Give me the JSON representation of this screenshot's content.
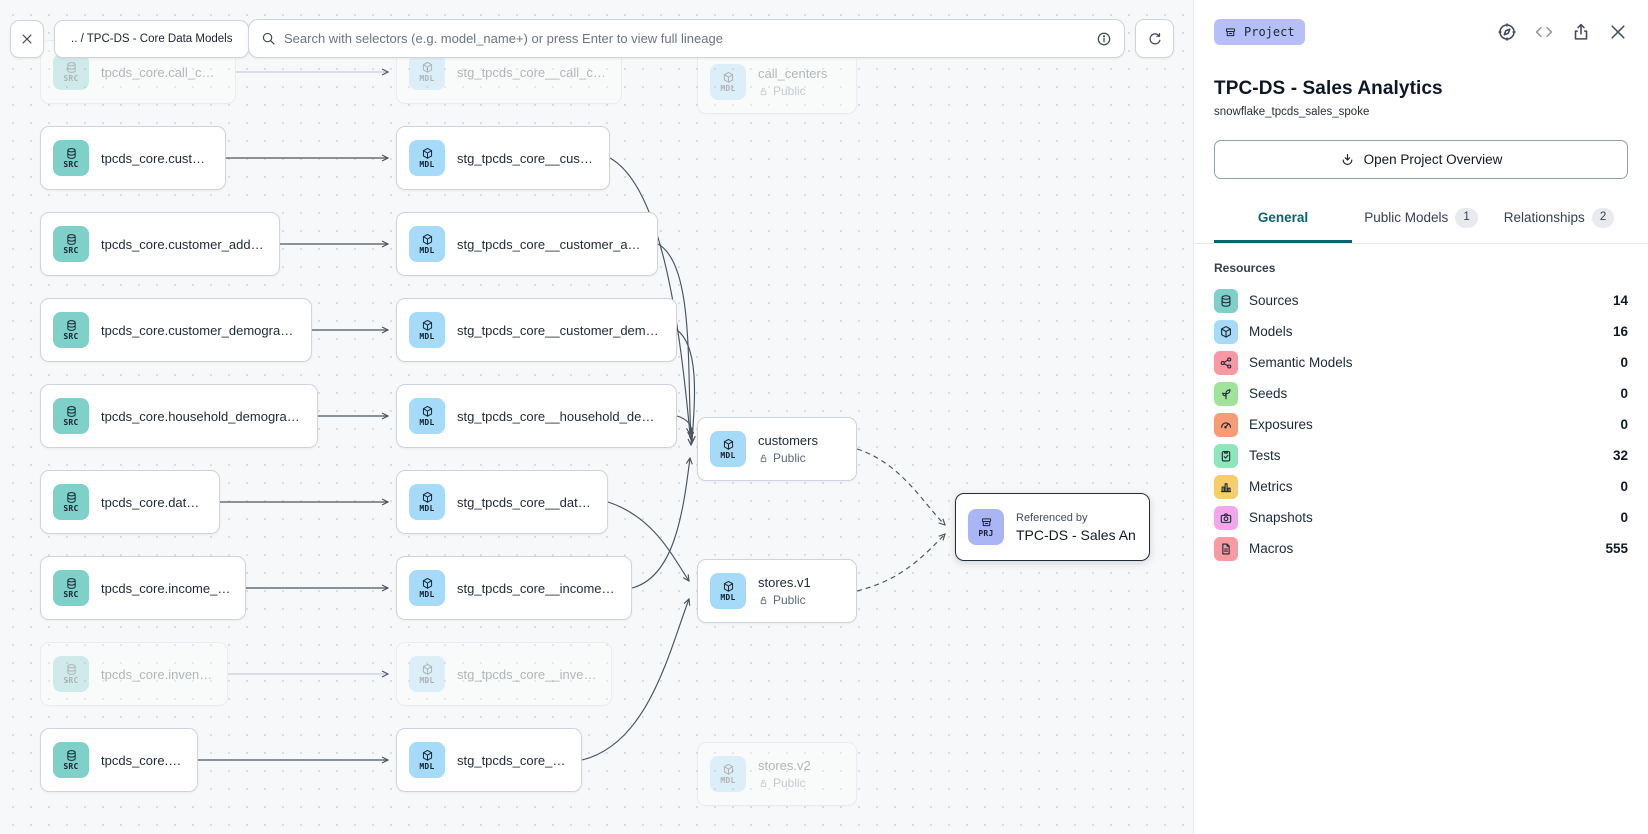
{
  "toolbar": {
    "breadcrumb": ".. / TPC-DS - Core Data Models",
    "search_placeholder": "Search with selectors (e.g. model_name+) or press Enter to view full lineage"
  },
  "badges": {
    "src": "SRC",
    "mdl": "MDL",
    "prj": "PRJ"
  },
  "canvas": {
    "nodes": {
      "src_call_center": {
        "label": "tpcds_core.call_center"
      },
      "src_customer": {
        "label": "tpcds_core.customer"
      },
      "src_customer_address": {
        "label": "tpcds_core.customer_address"
      },
      "src_customer_demographics": {
        "label": "tpcds_core.customer_demographics"
      },
      "src_household_demographics": {
        "label": "tpcds_core.household_demographics"
      },
      "src_date_dim": {
        "label": "tpcds_core.date_dim"
      },
      "src_income_band": {
        "label": "tpcds_core.income_band"
      },
      "src_inventory": {
        "label": "tpcds_core.inventory"
      },
      "src_store": {
        "label": "tpcds_core.store"
      },
      "mdl_call_center": {
        "label": "stg_tpcds_core__call_center"
      },
      "mdl_customer": {
        "label": "stg_tpcds_core__customer"
      },
      "mdl_customer_address": {
        "label": "stg_tpcds_core__customer_address"
      },
      "mdl_customer_demographics": {
        "label": "stg_tpcds_core__customer_demogra…"
      },
      "mdl_household_demographics": {
        "label": "stg_tpcds_core__household_demogr…"
      },
      "mdl_date_dim": {
        "label": "stg_tpcds_core__date_dim"
      },
      "mdl_income_band": {
        "label": "stg_tpcds_core__income_band"
      },
      "mdl_inventory": {
        "label": "stg_tpcds_core__inventory"
      },
      "mdl_store": {
        "label": "stg_tpcds_core__store"
      },
      "pub_call_centers": {
        "label": "call_centers",
        "visibility": "Public"
      },
      "pub_customers": {
        "label": "customers",
        "visibility": "Public"
      },
      "pub_stores_v1": {
        "label": "stores.v1",
        "visibility": "Public"
      },
      "pub_stores_v2": {
        "label": "stores.v2",
        "visibility": "Public"
      },
      "prj_ref": {
        "kicker": "Referenced by",
        "label": "TPC-DS - Sales Analytics"
      }
    }
  },
  "sidebar": {
    "badge": "Project",
    "title": "TPC-DS - Sales Analytics",
    "subtitle": "snowflake_tpcds_sales_spoke",
    "overview_button": "Open Project Overview",
    "tabs": [
      {
        "label": "General"
      },
      {
        "label": "Public Models",
        "count": "1"
      },
      {
        "label": "Relationships",
        "count": "2"
      }
    ],
    "resources_heading": "Resources",
    "resources": [
      {
        "name": "Sources",
        "count": "14",
        "color": "#7ed0c8"
      },
      {
        "name": "Models",
        "count": "16",
        "color": "#a5daf8"
      },
      {
        "name": "Semantic Models",
        "count": "0",
        "color": "#f898a3"
      },
      {
        "name": "Seeds",
        "count": "0",
        "color": "#a0e49c"
      },
      {
        "name": "Exposures",
        "count": "0",
        "color": "#f69d77"
      },
      {
        "name": "Tests",
        "count": "32",
        "color": "#8ee6b9"
      },
      {
        "name": "Metrics",
        "count": "0",
        "color": "#f5cd69"
      },
      {
        "name": "Snapshots",
        "count": "0",
        "color": "#f2a7ec"
      },
      {
        "name": "Macros",
        "count": "555",
        "color": "#f59ba1"
      }
    ]
  }
}
